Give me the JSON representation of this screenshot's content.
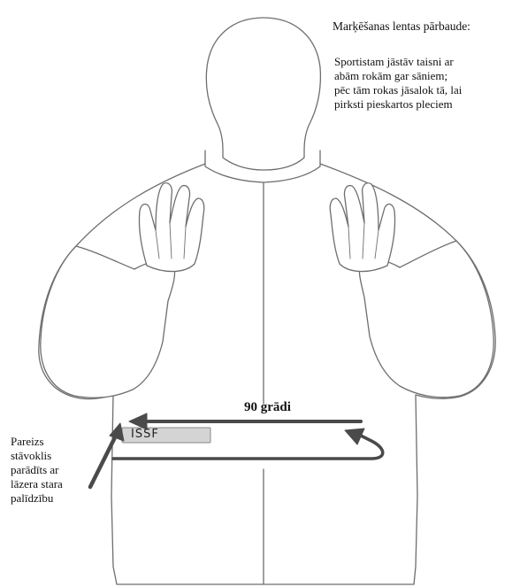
{
  "header": {
    "title": "Marķēšanas lentas pārbaude:",
    "instruction_lines": [
      "Sportistam jāstāv taisni ar",
      "abām rokām gar sāniem;",
      "pēc tām rokas jāsalok tā, lai",
      "pirksti pieskartos pleciem"
    ]
  },
  "figure": {
    "angle_label": "90 grādi",
    "tape_label": "ISSF",
    "tape_color": "#d4d4d4",
    "arrow_color": "#4a4a4a",
    "outline_color": "#6e6e6e"
  },
  "side_note": {
    "lines": [
      "Pareizs",
      "stāvoklis",
      "parādīts ar",
      "lāzera stara",
      "palīdzību"
    ]
  }
}
